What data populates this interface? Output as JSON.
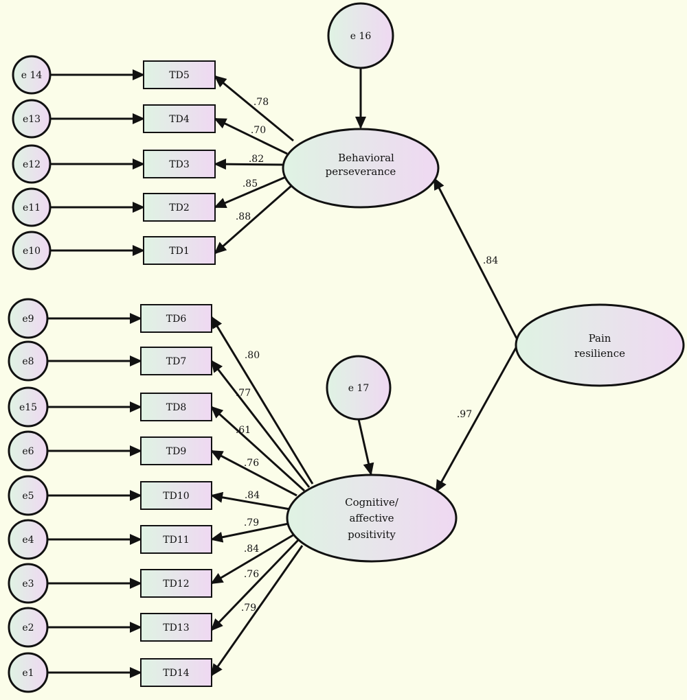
{
  "colors": {
    "background": "#fbfde9",
    "fill_start": "#dff3e3",
    "fill_end": "#efd8f2",
    "stroke": "#111111"
  },
  "diagram": {
    "latent": {
      "behavioral": [
        "Behavioral",
        "perseverance"
      ],
      "cognitive": [
        "Cognitive/",
        "affective",
        "positivity"
      ],
      "pain": [
        "Pain",
        "resilience"
      ]
    },
    "disturbances": {
      "e16": "e 16",
      "e17": "e 17"
    },
    "behavioral_indicators": [
      {
        "error": "e 14",
        "item": "TD5",
        "loading": ".78"
      },
      {
        "error": "e13",
        "item": "TD4",
        "loading": ".70"
      },
      {
        "error": "e12",
        "item": "TD3",
        "loading": ".82"
      },
      {
        "error": "e11",
        "item": "TD2",
        "loading": ".85"
      },
      {
        "error": "e10",
        "item": "TD1",
        "loading": ".88"
      }
    ],
    "cognitive_indicators": [
      {
        "error": "e9",
        "item": "TD6",
        "loading": ".80"
      },
      {
        "error": "e8",
        "item": "TD7",
        "loading": ".77"
      },
      {
        "error": "e15",
        "item": "TD8",
        "loading": ".61"
      },
      {
        "error": "e6",
        "item": "TD9",
        "loading": ".76"
      },
      {
        "error": "e5",
        "item": "TD10",
        "loading": ".84"
      },
      {
        "error": "e4",
        "item": "TD11",
        "loading": ".79"
      },
      {
        "error": "e3",
        "item": "TD12",
        "loading": ".84"
      },
      {
        "error": "e2",
        "item": "TD13",
        "loading": ".76"
      },
      {
        "error": "e1",
        "item": "TD14",
        "loading": ".79"
      }
    ],
    "structural_paths": {
      "pain_to_behavioral": ".84",
      "pain_to_cognitive": ".97"
    }
  }
}
